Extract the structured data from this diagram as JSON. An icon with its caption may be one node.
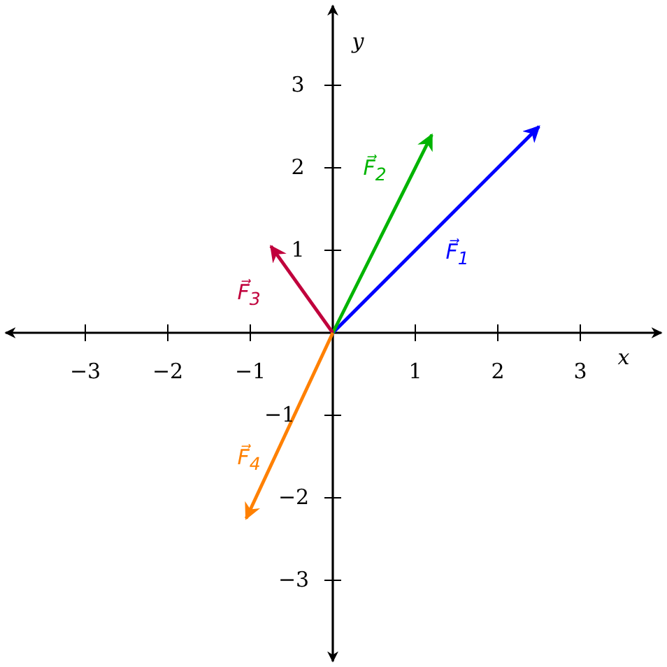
{
  "diagram": {
    "labels": [
      "y",
      "3",
      "2",
      "F⃗$_{2}$",
      "1",
      "F⃗$_{1}$",
      "F⃗$_{3}$",
      "−3",
      "−2",
      "−1",
      "1",
      "2",
      "3",
      "x",
      "−1",
      "F⃗$_{4}$",
      "−2",
      "−3"
    ]
  }
}
